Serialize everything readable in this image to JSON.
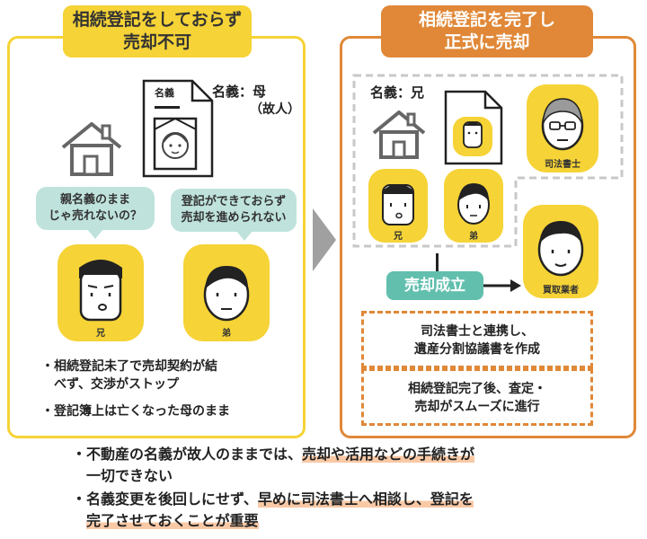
{
  "left": {
    "title_line1": "相続登記をしておらず",
    "title_line2": "売却不可",
    "doc_label": "名義",
    "owner_line1": "名義：母",
    "owner_line2": "（故人）",
    "bubble_left_line1": "親名義のまま",
    "bubble_left_line2": "じゃ売れないの？",
    "bubble_right_line1": "登記ができておらず",
    "bubble_right_line2": "売却を進められない",
    "person_left": "兄",
    "person_right": "弟",
    "bullet1_line1": "・相続登記未了で売却契約が結",
    "bullet1_line2": "べず、交渉がストップ",
    "bullet2": "・登記簿上は亡くなった母のまま"
  },
  "right": {
    "title_line1": "相続登記を完了し",
    "title_line2": "正式に売却",
    "owner": "名義：兄",
    "scrivener": "司法書士",
    "brother": "兄",
    "younger": "弟",
    "buyer": "買取業者",
    "sale_badge": "売却成立",
    "box1_line1": "司法書士と連携し、",
    "box1_line2": "遺産分割協議書を作成",
    "box2_line1": "相続登記完了後、査定・",
    "box2_line2": "売却がスムーズに進行"
  },
  "bottom": {
    "b1_pre": "・不動産の名義が故人のままでは、",
    "b1_hl": "売却や活用などの手続きが",
    "b1_line2": "一切できない",
    "b2_pre": "・名義変更を後回しにせず、",
    "b2_hl": "早めに司法書士へ相談し、登記を",
    "b2_line2": "完了させておくことが重要"
  },
  "colors": {
    "yellow": "#f6d336",
    "orange": "#e08838",
    "mint": "#bfe3dc",
    "teal": "#62bfae",
    "highlight": "#f9c9a6"
  }
}
